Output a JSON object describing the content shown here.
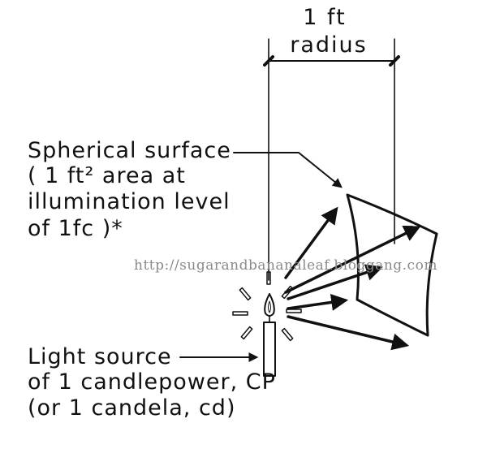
{
  "diagram": {
    "dimension": {
      "line1": "1 ft",
      "line2": "radius"
    },
    "surface_label": {
      "line1": "Spherical surface",
      "line2": "( 1 ft² area at",
      "line3": "illumination level",
      "line4": "of 1fc )*"
    },
    "source_label": {
      "line1": "Light source",
      "line2": "of 1 candlepower, CP",
      "line3": "(or 1 candela, cd)"
    },
    "watermark": "http://sugarandbananaleaf.bloggang.com"
  },
  "colors": {
    "ink": "#111111",
    "surface_fill": "#dcdcdc",
    "watermark": "#8a8a8a"
  }
}
